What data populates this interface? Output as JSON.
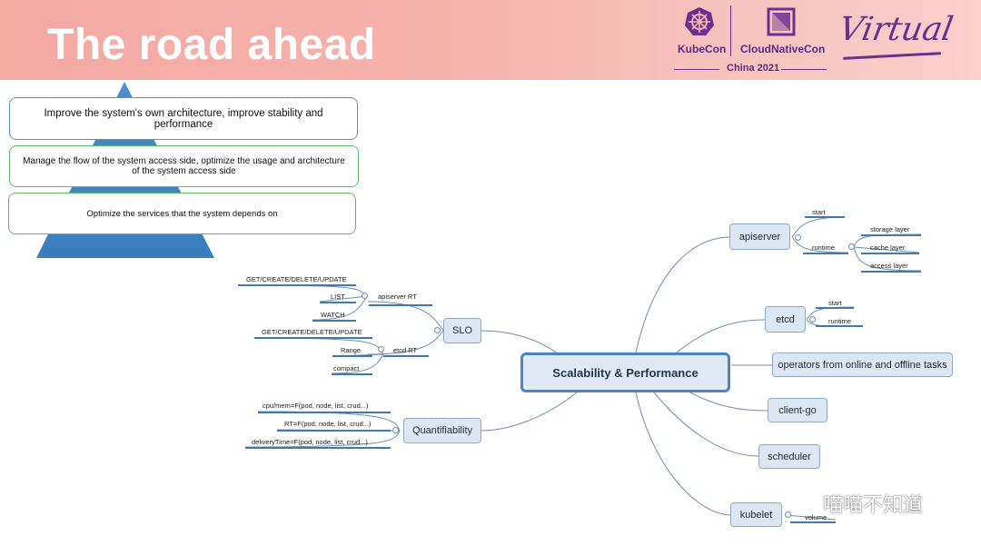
{
  "slide": {
    "title": "The road ahead"
  },
  "brand": {
    "kubecon": "KubeCon",
    "cncf": "CloudNativeCon",
    "event": "China 2021",
    "virtual": "Virtual"
  },
  "pyramid": {
    "levels": [
      "Improve the system's own architecture, improve stability and performance",
      "Manage the flow of the system access side, optimize the usage and architecture of the system access side",
      "Optimize the services that the system depends on"
    ]
  },
  "mindmap": {
    "central": "Scalability & Performance",
    "apiserver": {
      "label": "apiserver",
      "start": "start",
      "runtime": "runtime",
      "runtime_children": [
        "storage layer",
        "cache layer",
        "access layer"
      ]
    },
    "etcd": {
      "label": "etcd",
      "children": [
        "start",
        "runtime"
      ]
    },
    "operators": "operators from online and offline tasks",
    "clientgo": "client-go",
    "scheduler": "scheduler",
    "kubelet": {
      "label": "kubelet",
      "children": [
        "volume"
      ]
    },
    "slo": {
      "label": "SLO",
      "apiserver_rt": {
        "label": "apiserver RT",
        "children": [
          "GET/CREATE/DELETE/UPDATE",
          "LIST",
          "WATCH"
        ]
      },
      "etcd_rt": {
        "label": "etcd RT",
        "children": [
          "GET/CREATE/DELETE/UPDATE",
          "Range",
          "compact"
        ]
      }
    },
    "quantifiability": {
      "label": "Quantifiability",
      "children": [
        "cpu/mem=F(pod, node, list, crud...)",
        "RT=F(pod, node, list, crud...)",
        "deliveryTime=F(pod, node, list, crud...)"
      ]
    }
  },
  "watermark": {
    "text": "喵喵不知道",
    "icon": "wechat-icon"
  },
  "colors": {
    "header": "#f4a9a3",
    "pyramid": "#4d8ec8",
    "node_border": "#4d84c4",
    "line": "#6f8db0",
    "brand": "#5b2a86"
  }
}
